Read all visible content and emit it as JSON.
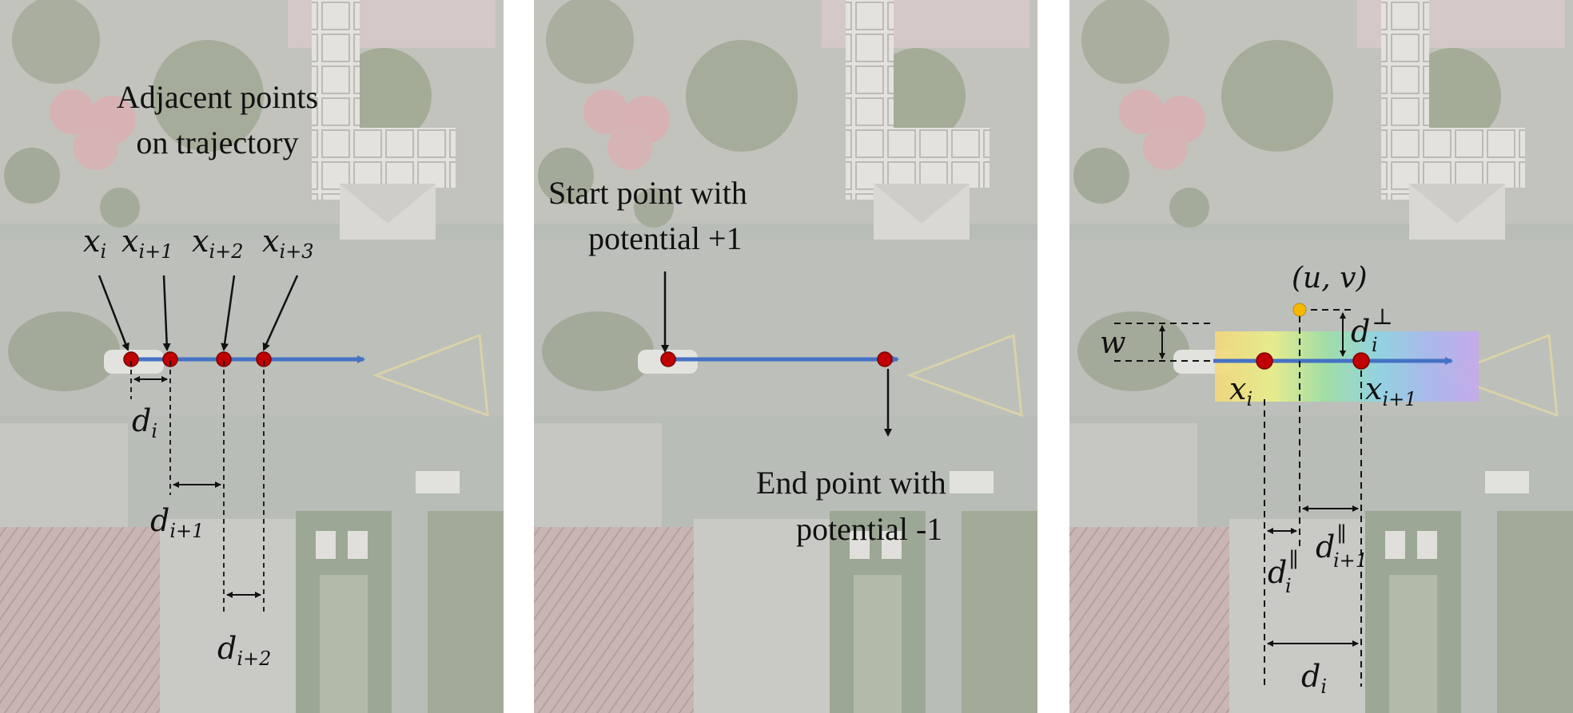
{
  "colors": {
    "trajectory": "#4472C4",
    "point": "#C00000",
    "query_point": "#F5B800",
    "aerial_background": "#b9bdb7"
  },
  "panels": [
    {
      "id": "adjacent",
      "caption_line1": "Adjacent points",
      "caption_line2": "on trajectory",
      "points": [
        {
          "base": "x",
          "sub": "i"
        },
        {
          "base": "x",
          "sub": "i+1"
        },
        {
          "base": "x",
          "sub": "i+2"
        },
        {
          "base": "x",
          "sub": "i+3"
        }
      ],
      "distances": [
        {
          "base": "d",
          "sub": "i"
        },
        {
          "base": "d",
          "sub": "i+1"
        },
        {
          "base": "d",
          "sub": "i+2"
        }
      ]
    },
    {
      "id": "potential",
      "start_line1": "Start point with",
      "start_line2": "potential +1",
      "end_line1": "End point with",
      "end_line2": "potential -1"
    },
    {
      "id": "distance-field",
      "query_label": "(u, v)",
      "width_label": "w",
      "perp": {
        "base": "d",
        "sub": "i",
        "sup": "⊥"
      },
      "point_a": {
        "base": "x",
        "sub": "i"
      },
      "point_b": {
        "base": "x",
        "sub": "i+1"
      },
      "par_a": {
        "base": "d",
        "sub": "i",
        "sup": "∥"
      },
      "par_b": {
        "base": "d",
        "sub": "i+1",
        "sup": "∥"
      },
      "total": {
        "base": "d",
        "sub": "i"
      }
    }
  ]
}
